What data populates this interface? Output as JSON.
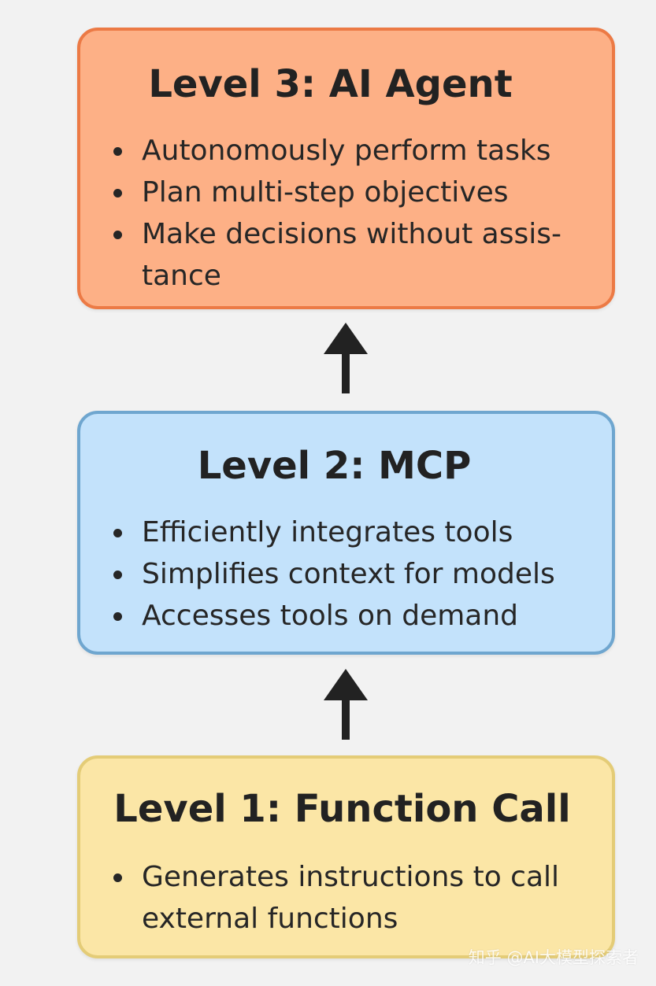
{
  "levels": [
    {
      "title": "Level 3: AI Agent",
      "bullets": [
        "Autonomously perform tasks",
        "Plan multi-step objectives",
        "Make decisions without assis-\ntance"
      ],
      "fill": "#fdb086",
      "border": "#ec7a45"
    },
    {
      "title": "Level 2: MCP",
      "bullets": [
        "Efficiently integrates tools",
        "Simplifies context for models",
        "Accesses tools on demand"
      ],
      "fill": "#c3e2fb",
      "border": "#6fa6cf"
    },
    {
      "title": "Level 1: Function Call",
      "bullets": [
        "Generates instructions to call\nexternal functions"
      ],
      "fill": "#fbe6a6",
      "border": "#e4cc77"
    }
  ],
  "arrow_color": "#222222",
  "watermark": "知乎 @AI大模型探索者"
}
